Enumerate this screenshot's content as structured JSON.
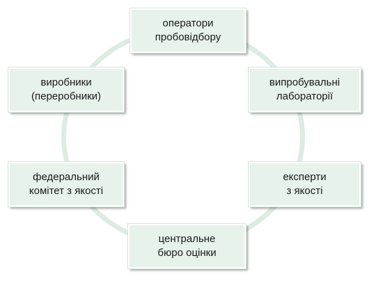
{
  "diagram": {
    "nodes": {
      "top": "оператори\nпробовідбору",
      "right_top": "випробувальні\nлабораторії",
      "right_bottom": "експерти\nз якості",
      "bottom": "центральне\nбюро оцінки",
      "left_bottom": "федеральний\nкомітет з якості",
      "left_top": "виробники\n(переробники)"
    },
    "colors": {
      "box_fill": "#e6f2ea",
      "ring": "#dcece3",
      "text": "#1a1a1a"
    }
  }
}
